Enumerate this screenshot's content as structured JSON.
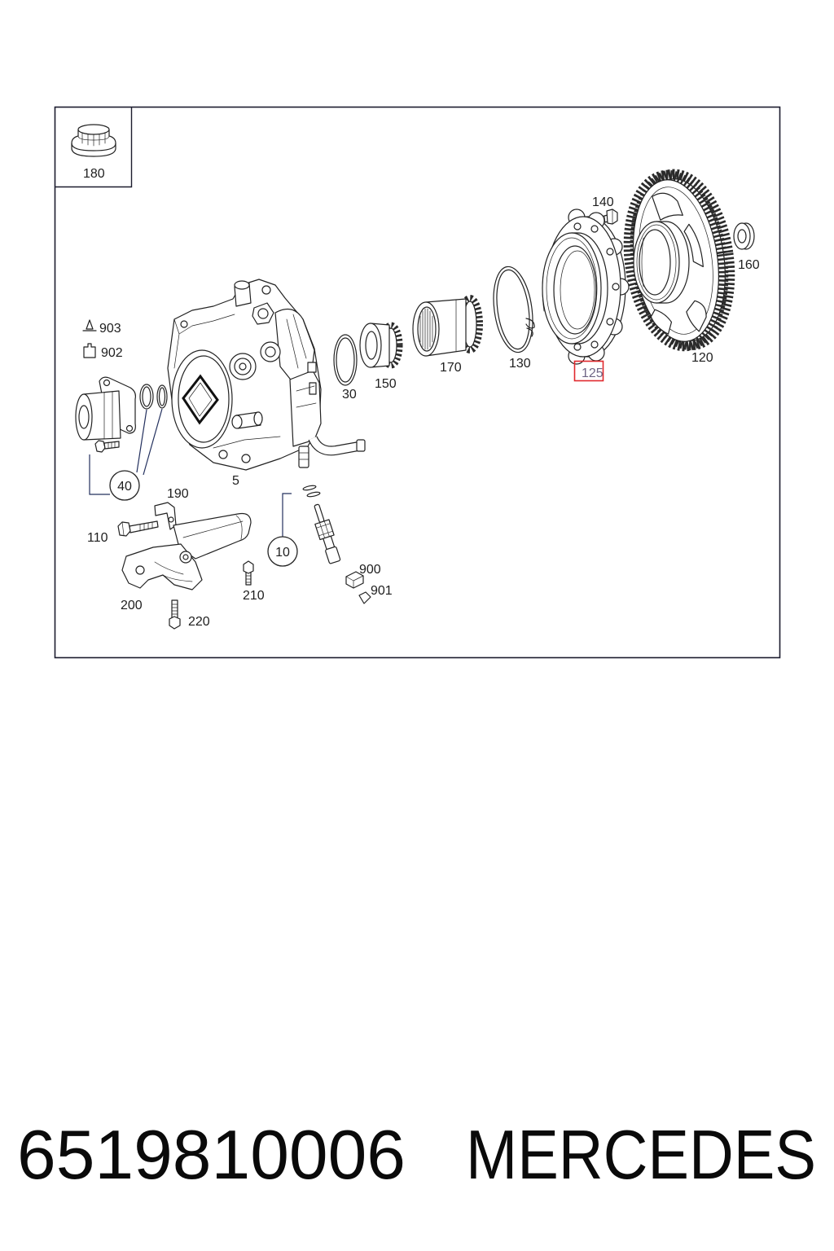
{
  "diagram": {
    "callouts": [
      "180",
      "140",
      "160",
      "120",
      "130",
      "125",
      "170",
      "150",
      "30",
      "903",
      "902",
      "5",
      "40",
      "190",
      "110",
      "10",
      "900",
      "901",
      "200",
      "210",
      "220"
    ],
    "highlight_color": "#e0282c"
  },
  "caption": {
    "part_number": "6519810006",
    "brand": "MERCEDES"
  }
}
